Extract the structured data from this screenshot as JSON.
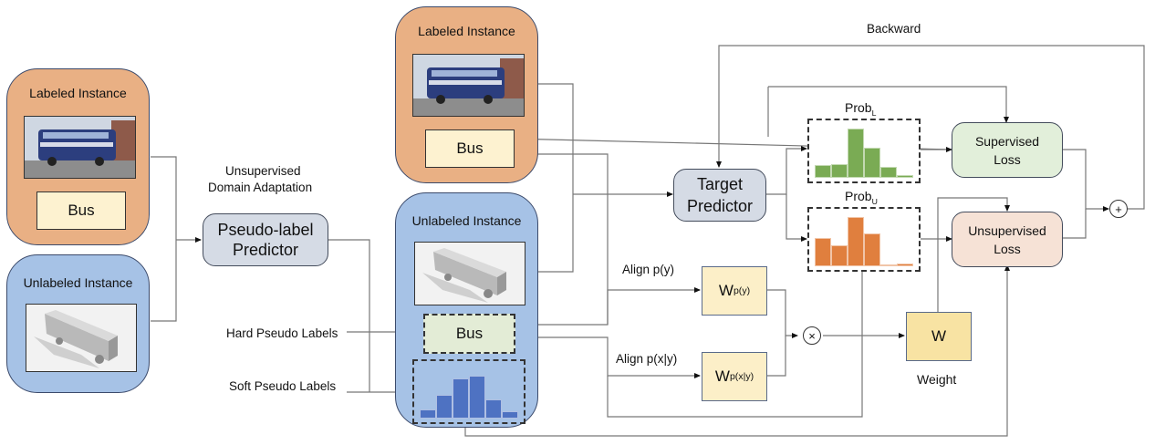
{
  "left": {
    "labeled": {
      "title": "Labeled Instance",
      "label": "Bus",
      "image": "real-double-decker-bus-photo"
    },
    "unlabeled": {
      "title": "Unlabeled Instance",
      "image": "synthetic-3d-bus-render"
    }
  },
  "uda": {
    "caption_line1": "Unsupervised",
    "caption_line2": "Domain Adaptation"
  },
  "pseudo_predictor": {
    "line1": "Pseudo-label",
    "line2": "Predictor"
  },
  "pseudo_labels": {
    "hard": "Hard Pseudo Labels",
    "soft": "Soft Pseudo Labels"
  },
  "middle": {
    "labeled": {
      "title": "Labeled Instance",
      "label": "Bus",
      "image": "real-double-decker-bus-photo"
    },
    "unlabeled": {
      "title": "Unlabeled Instance",
      "hard_label": "Bus",
      "image": "synthetic-3d-bus-render",
      "soft_histogram": [
        0.18,
        0.48,
        0.82,
        0.87,
        0.38,
        0.15
      ]
    }
  },
  "target_predictor": {
    "line1": "Target",
    "line2": "Predictor"
  },
  "align": {
    "py": "Align p(y)",
    "pxy": "Align p(x|y)"
  },
  "weights": {
    "wpy": {
      "main": "W",
      "sub": "p(y)"
    },
    "wpxy": {
      "main": "W",
      "sub": "p(x|y)"
    },
    "w": {
      "main": "W",
      "caption": "Weight"
    }
  },
  "operators": {
    "multiply": "×",
    "add": "+"
  },
  "prob": {
    "labeled": {
      "main": "Prob",
      "sub": "L",
      "histogram": [
        0.25,
        0.27,
        0.99,
        0.6,
        0.22,
        0.06
      ],
      "color": "#7aab54"
    },
    "unlabeled": {
      "main": "Prob",
      "sub": "U",
      "histogram": [
        0.57,
        0.42,
        1.0,
        0.66,
        0.02,
        0.06
      ],
      "color": "#e07f3e"
    }
  },
  "soft_color": "#4e72c2",
  "losses": {
    "supervised": {
      "line1": "Supervised",
      "line2": "Loss"
    },
    "unsupervised": {
      "line1": "Unsupervised",
      "line2": "Loss"
    }
  },
  "backward": "Backward"
}
